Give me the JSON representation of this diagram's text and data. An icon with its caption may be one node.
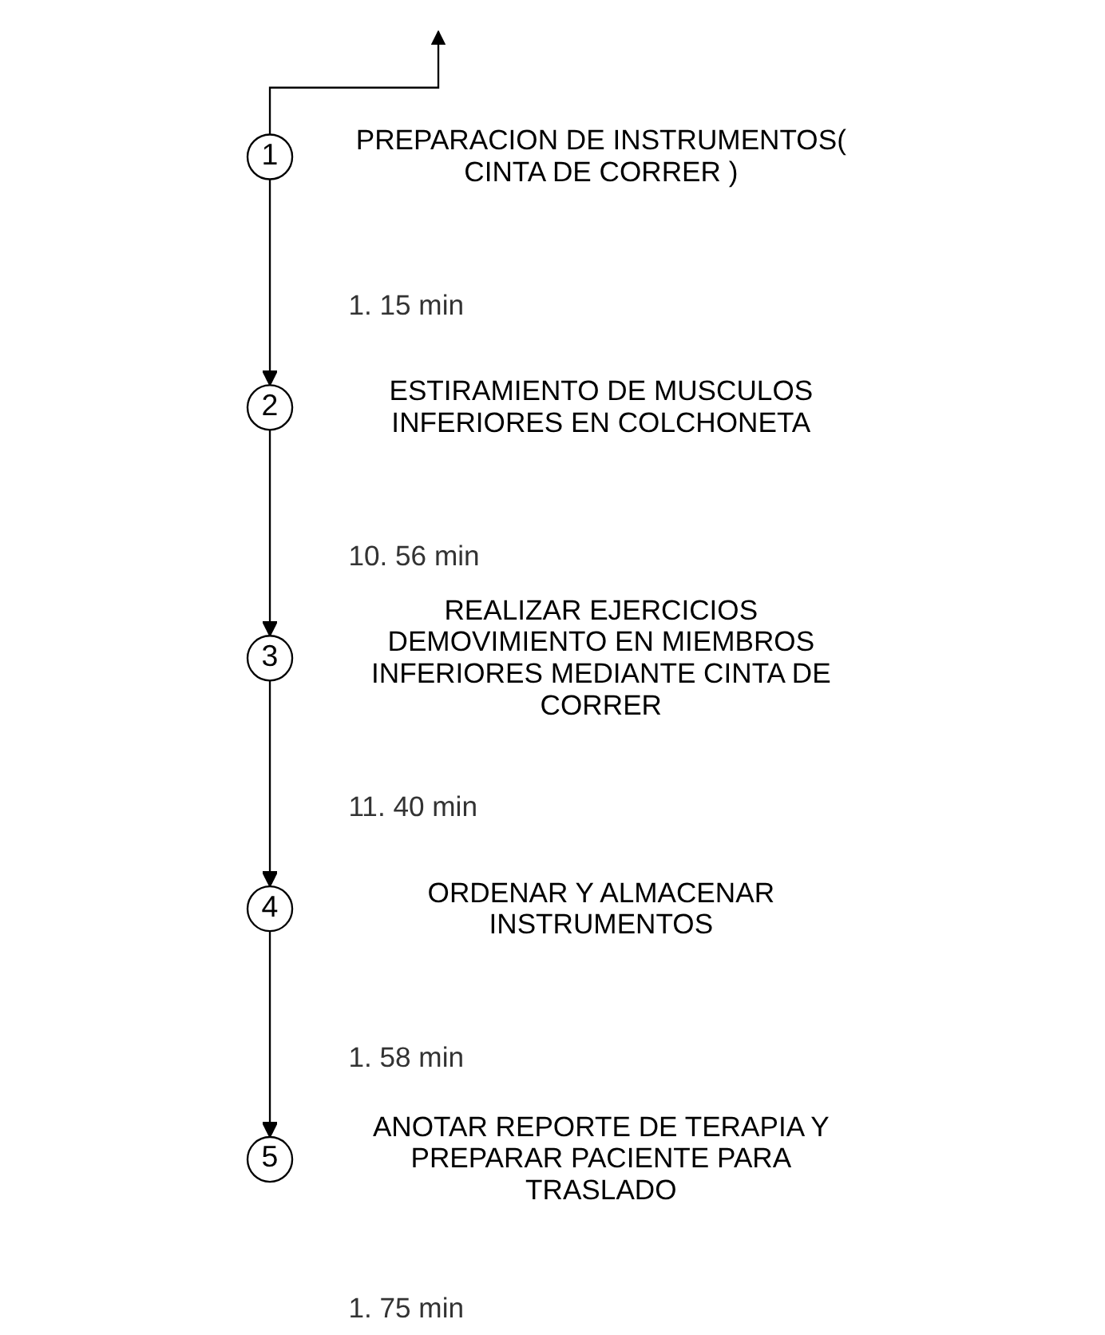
{
  "diagram": {
    "nodes": [
      {
        "text": [
          "1"
        ],
        "beside": [
          "PREPARACION DE INSTRUMENTOS( CINTA DE CORRER )",
          "1. 15 min"
        ]
      },
      {
        "text": [
          "2"
        ],
        "beside": [
          "ESTIRAMIENTO DE MUSCULOS INFERIORES EN COLCHONETA",
          "10. 56 min"
        ]
      },
      {
        "text": [
          "3"
        ],
        "beside": [
          "REALIZAR EJERCICIOS DEMOVIMIENTO EN MIEMBROS INFERIORES MEDIANTE CINTA DE CORRER",
          "11. 40 min"
        ]
      },
      {
        "text": [
          "4"
        ],
        "beside": [
          "ORDENAR Y ALMACENAR INSTRUMENTOS",
          "1. 58 min"
        ]
      },
      {
        "text": [
          "5"
        ],
        "beside": [
          "ANOTAR REPORTE DE TERAPIA Y PREPARAR PACIENTE PARA TRASLADO",
          "1. 75 min"
        ]
      }
    ],
    "edges": [
      {
        "from": 0,
        "to": null,
        "arrow": "to"
      },
      {
        "from": 0,
        "to": 1,
        "arrow": "to"
      },
      {
        "from": 1,
        "to": 2,
        "arrow": "to"
      },
      {
        "from": 2,
        "to": 3,
        "arrow": "to"
      },
      {
        "from": 3,
        "to": 4,
        "arrow": "to"
      }
    ]
  }
}
